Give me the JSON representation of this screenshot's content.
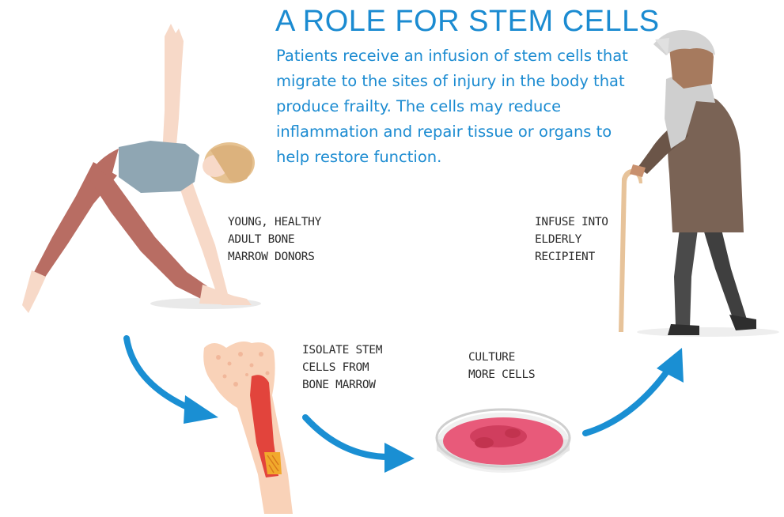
{
  "title": "A ROLE FOR STEM CELLS",
  "description": "Patients receive an infusion of stem cells that migrate to the sites of injury in the body that produce frailty. The cells may reduce inflammation and repair tissue or organs to help restore function.",
  "labels": {
    "donors": [
      "YOUNG, HEALTHY",
      "ADULT BONE",
      "MARROW DONORS"
    ],
    "isolate": [
      "ISOLATE  STEM",
      "CELLS FROM",
      "BONE MARROW"
    ],
    "culture": [
      "CULTURE",
      "MORE CELLS"
    ],
    "infuse": [
      "INFUSE INTO",
      "ELDERLY",
      "RECIPIENT"
    ]
  },
  "colors": {
    "title_blue": "#1b8bd1",
    "arrow_blue": "#1a8fd3",
    "skin": "#f7d9c8",
    "pants": "#b86d63",
    "shirt": "#8fa6b3",
    "coat": "#7a6355",
    "culture_pink": "#e85a7a"
  },
  "icons": [
    "yoga-donor-figure",
    "bone-marrow-icon",
    "petri-dish-icon",
    "elderly-recipient-figure",
    "flow-arrow"
  ]
}
